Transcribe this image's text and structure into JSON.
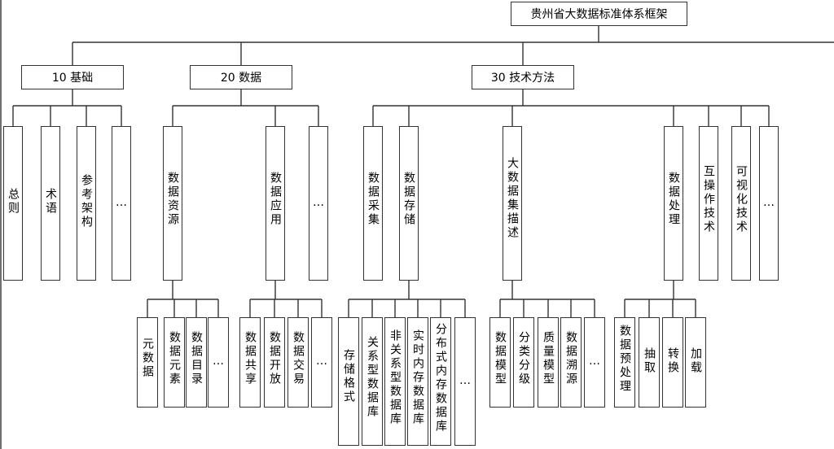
{
  "title": "贵州省大数据标准体系框架",
  "categories": [
    {
      "label": "10 基础",
      "children": [
        {
          "label": "总则"
        },
        {
          "label": "术语"
        },
        {
          "label": "参考架构"
        },
        {
          "label": "…"
        }
      ]
    },
    {
      "label": "20 数据",
      "children": [
        {
          "label": "数据资源",
          "children": [
            "元数据",
            "数据元素",
            "数据目录",
            "…"
          ]
        },
        {
          "label": "数据应用",
          "children": [
            "数据共享",
            "数据开放",
            "数据交易",
            "…"
          ]
        },
        {
          "label": "…"
        }
      ]
    },
    {
      "label": "30 技术方法",
      "children": [
        {
          "label": "数据采集"
        },
        {
          "label": "数据存储",
          "children": [
            "存储格式",
            "关系型数据库",
            "非关系型数据库",
            "实时内存数据库",
            "分布式内存数据库",
            "…"
          ]
        },
        {
          "label": "大数据集描述",
          "children": [
            "数据模型",
            "分类分级",
            "质量模型",
            "数据溯源",
            "…"
          ]
        },
        {
          "label": "数据处理",
          "children": [
            "数据预处理",
            "抽取",
            "转换",
            "加载"
          ]
        },
        {
          "label": "互操作技术"
        },
        {
          "label": "可视化技术"
        },
        {
          "label": "…"
        }
      ]
    }
  ]
}
